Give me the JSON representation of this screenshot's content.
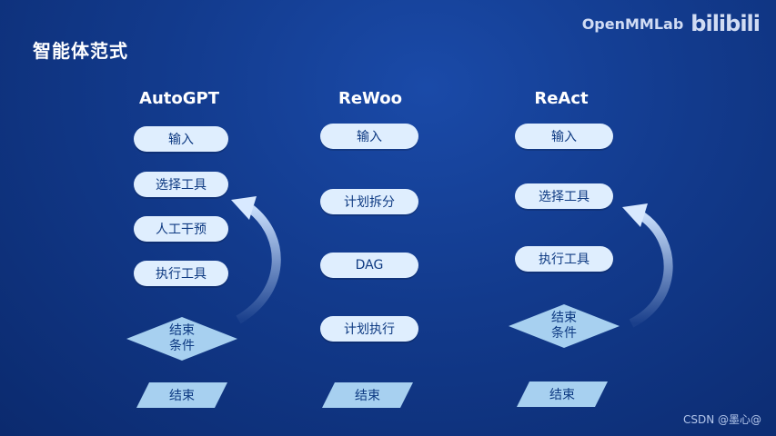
{
  "title": "智能体范式",
  "brand": {
    "text": "OpenMMLab",
    "logo": "bilibili"
  },
  "watermark": "CSDN @墨心@",
  "columns": [
    {
      "title": "AutoGPT",
      "steps": [
        "输入",
        "选择工具",
        "人工干预",
        "执行工具"
      ],
      "condition": "结束\n条件",
      "end": "结束"
    },
    {
      "title": "ReWoo",
      "steps": [
        "输入",
        "计划拆分",
        "DAG",
        "计划执行"
      ],
      "end": "结束"
    },
    {
      "title": "ReAct",
      "steps": [
        "输入",
        "选择工具",
        "执行工具"
      ],
      "condition": "结束\n条件",
      "end": "结束"
    }
  ]
}
